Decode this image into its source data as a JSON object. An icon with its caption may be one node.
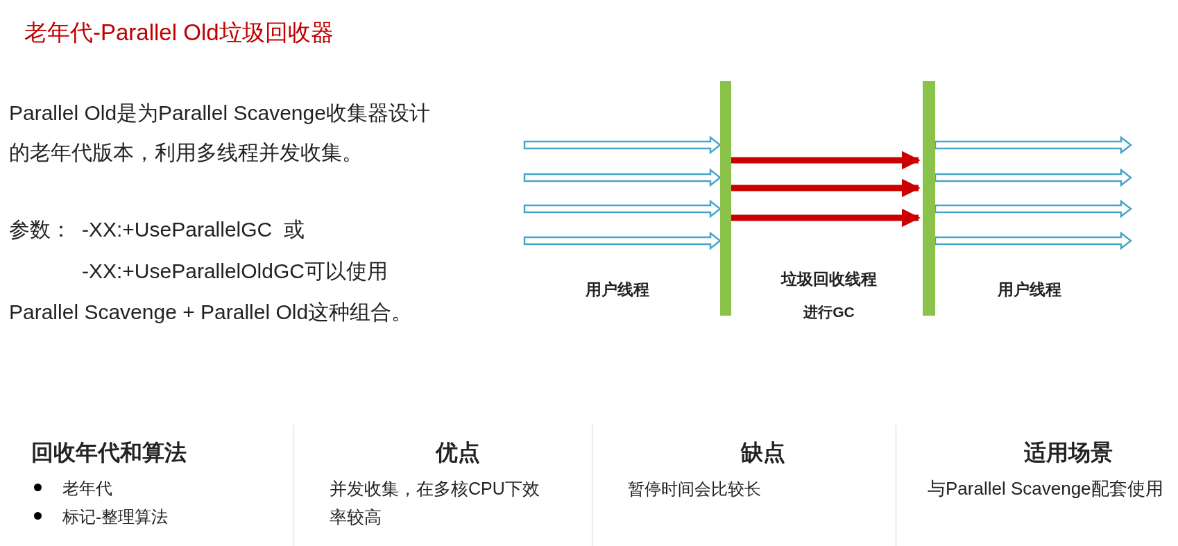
{
  "diagram": {
    "title": "老年代-Parallel Old垃圾回收器",
    "nodes": [
      {
        "text": [],
        "shape": "bar"
      },
      {
        "text": [],
        "shape": "bar"
      }
    ],
    "edges": [
      {
        "from": null,
        "to": 0,
        "arrow": "to"
      },
      {
        "from": null,
        "to": 0,
        "arrow": "to"
      },
      {
        "from": null,
        "to": 0,
        "arrow": "to"
      },
      {
        "from": null,
        "to": 0,
        "arrow": "to"
      },
      {
        "from": 0,
        "to": 1,
        "arrow": "to",
        "color": "#cc0000"
      },
      {
        "from": 0,
        "to": 1,
        "arrow": "to",
        "color": "#cc0000"
      },
      {
        "from": 0,
        "to": 1,
        "arrow": "to",
        "color": "#cc0000"
      },
      {
        "from": 1,
        "to": null,
        "arrow": "to"
      },
      {
        "from": 1,
        "to": null,
        "arrow": "to"
      },
      {
        "from": 1,
        "to": null,
        "arrow": "to"
      },
      {
        "from": 1,
        "to": null,
        "arrow": "to"
      }
    ],
    "labels": [
      "Parallel Old是为Parallel Scavenge收集器设计的老年代版本，利用多线程并发收集。",
      "参数：",
      "-XX:+UseParallelGC  或",
      "-XX:+UseParallelOldGC可以使用",
      "Parallel Scavenge + Parallel Old这种组合。",
      "用户线程",
      "垃圾回收线程",
      "进行GC",
      "用户线程",
      "回收年代和算法",
      "老年代",
      "标记-整理算法",
      "优点",
      "并发收集，在多核CPU下效率较高",
      "缺点",
      "暂停时间会比较长",
      "适用场景",
      "与Parallel Scavenge配套使用"
    ]
  }
}
